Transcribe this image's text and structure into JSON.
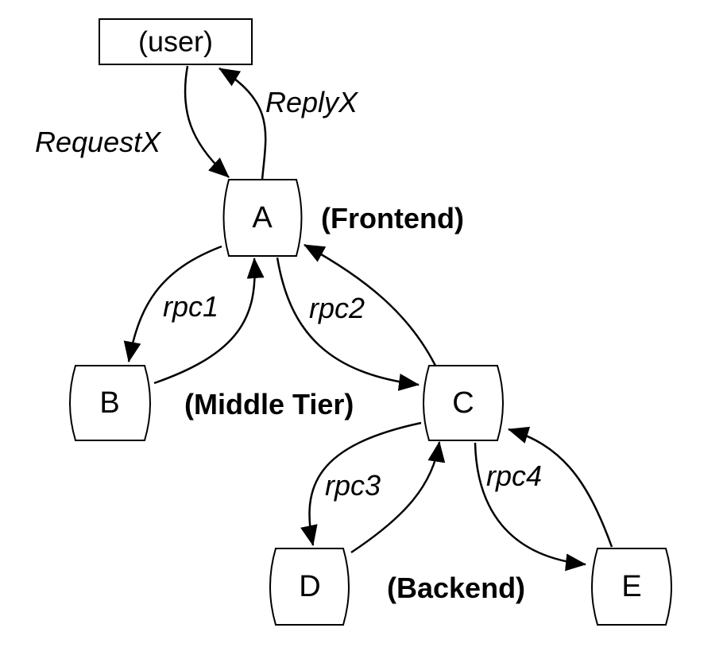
{
  "diagram": {
    "user": {
      "label": "(user)"
    },
    "nodes": {
      "a": "A",
      "b": "B",
      "c": "C",
      "d": "D",
      "e": "E"
    },
    "tiers": {
      "frontend": "(Frontend)",
      "middle": "(Middle Tier)",
      "backend": "(Backend)"
    },
    "edges": {
      "request": "RequestX",
      "reply": "ReplyX",
      "rpc1": "rpc1",
      "rpc2": "rpc2",
      "rpc3": "rpc3",
      "rpc4": "rpc4"
    }
  }
}
